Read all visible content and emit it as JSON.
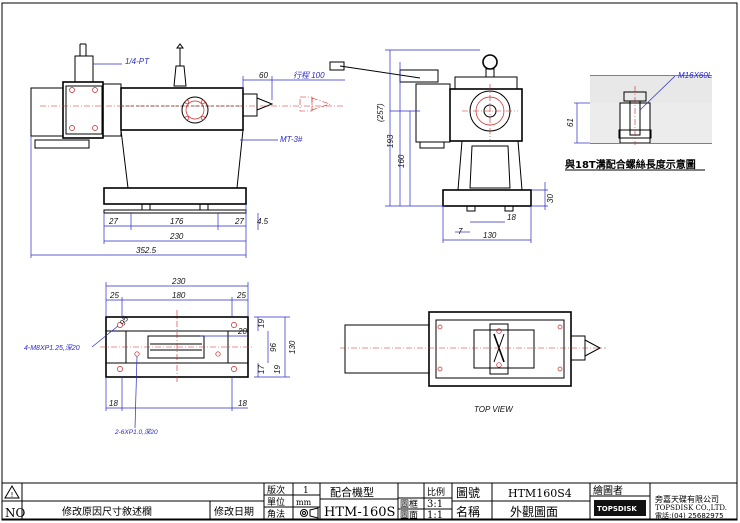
{
  "dimensions": {
    "travel": "行程 100",
    "d60": "60",
    "pt": "1/4-PT",
    "mt3": "MT-3#",
    "m16": "M16X60L",
    "caption": "與18T溝配合螺絲長度示意圖",
    "d27a": "27",
    "d176": "176",
    "d27b": "27",
    "d45": "4.5",
    "d230": "230",
    "d352": "352.5",
    "d257": "(257)",
    "d193": "193",
    "d160": "160",
    "d61": "61",
    "d30": "30",
    "d18": "18",
    "d7": "7",
    "d130": "130",
    "t230": "230",
    "t25a": "25",
    "t180": "180",
    "t25b": "25",
    "t20": "20",
    "t19a": "19",
    "t96": "96",
    "t130": "130",
    "t17": "17",
    "t19b": "19",
    "t18a": "18",
    "t18b": "18",
    "t95": "95",
    "m8": "4-M8XP1.25,深20",
    "m6": "2-6XP1.0,深20",
    "topview": "TOP VIEW"
  },
  "titleblock": {
    "warn_icon": "warning-triangle-icon",
    "no": "NO",
    "revision_note": "修改原因尺寸敘述欄",
    "revision_date": "修改日期",
    "edition_label": "版次",
    "edition_value": "1",
    "unit_label": "單位",
    "unit_value": "mm",
    "angle_label": "角法",
    "angle_icon": "projection-symbol-icon",
    "model_label": "配合機型",
    "model_value": "HTM-160S",
    "scale_label": "比例",
    "frame_label": "圖框",
    "frame_value": "3:1",
    "surface_label": "圖面",
    "surface_value": "1:1",
    "drawing_no_label": "圖號",
    "drawing_no_value": "HTM160S4",
    "name_label": "名稱",
    "name_value": "外觀圖面",
    "drafter_label": "繪圖者",
    "company_cn": "旁嘉天碟有限公司",
    "company_en": "TOPSDISK CO.,LTD.",
    "phone": "電話:(04) 25682975",
    "logo_text": "TOPSDISK"
  }
}
